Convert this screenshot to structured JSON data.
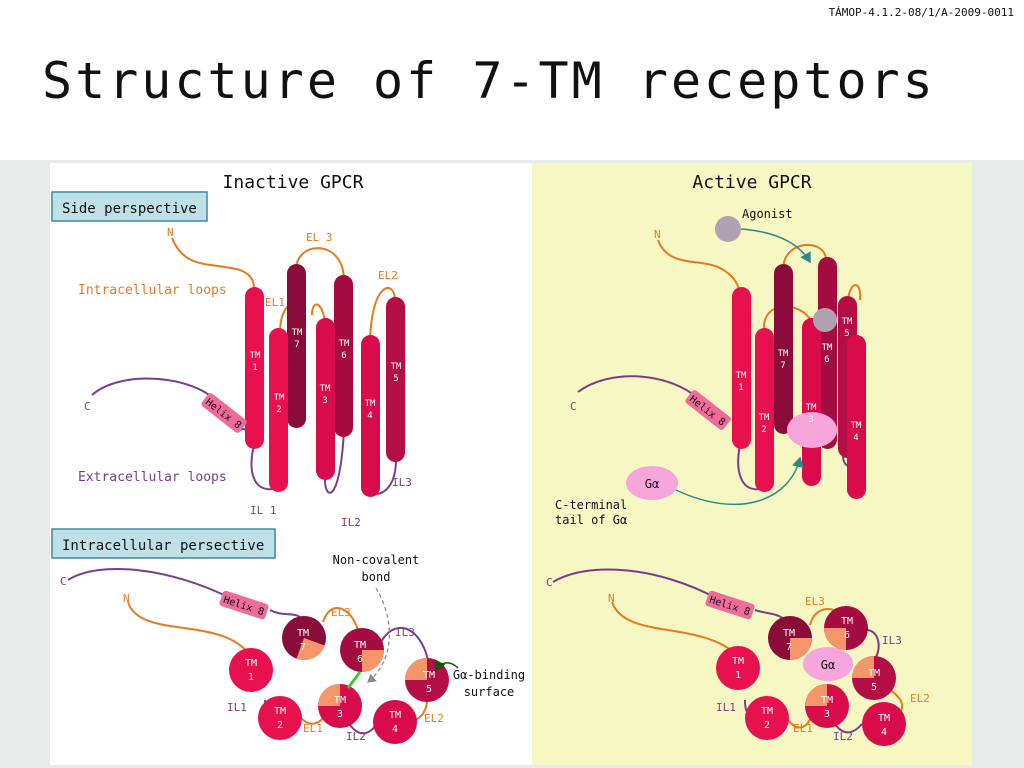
{
  "header": {
    "slide_id": "TÁMOP-4.1.2-08/1/A-2009-0011",
    "title": "Structure of 7-TM receptors"
  },
  "panels": {
    "inactive_title": "Inactive GPCR",
    "active_title": "Active GPCR"
  },
  "side_box_label": "Side perspective",
  "intra_box_label": "Intracellular persective",
  "annotations": {
    "intracellular_loops": "Intracellular loops",
    "extracellular_loops": "Extracellular loops",
    "non_covalent_1": "Non-covalent",
    "non_covalent_2": "bond",
    "galpha_binding_1": "Gα-binding",
    "galpha_binding_2": "surface",
    "agonist": "Agonist",
    "cterminal_1": "C-terminal",
    "cterminal_2": "tail of Gα",
    "galpha": "Gα"
  },
  "termini": {
    "n": "N",
    "c": "C"
  },
  "helix8": "Helix 8",
  "tm_prefix": "TM",
  "tm_numbers": [
    "1",
    "2",
    "3",
    "4",
    "5",
    "6",
    "7"
  ],
  "loops": {
    "el1": "EL1",
    "el2": "EL2",
    "el3": "EL 3",
    "el3_short": "EL3",
    "il1": "IL 1",
    "il1_short": "IL1",
    "il2": "IL2",
    "il3": "IL3"
  },
  "colors": {
    "tm_bright": "#e8114f",
    "tm_mid": "#cf0a4c",
    "tm_dark": "#8b0b3a",
    "n_loop": "#e87a1e",
    "c_loop": "#7a3d8e",
    "helix8": "#f06b9a",
    "agonist": "#b0a2b2",
    "galpha": "#f6a6da",
    "arrow": "#2e8b8b",
    "active_bg": "#f7f7c3",
    "box_fill": "#bfe0e6"
  }
}
